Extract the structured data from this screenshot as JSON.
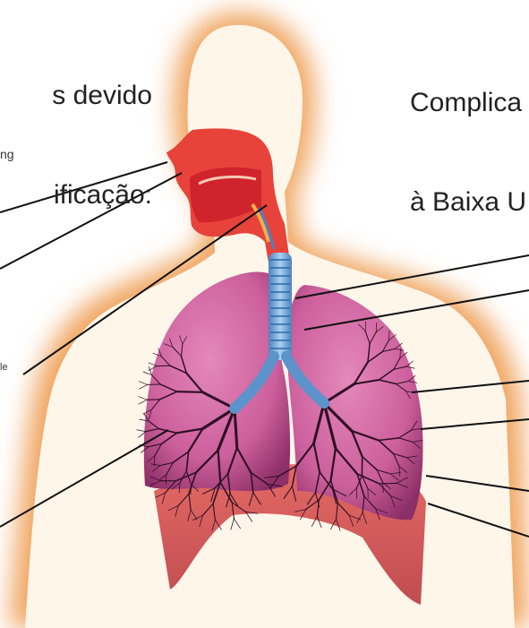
{
  "headings": {
    "left": [
      "s devido",
      "ificação:"
    ],
    "right": [
      "Complica",
      "à Baixa U"
    ]
  },
  "callouts": {
    "top": "ng",
    "middle": "le"
  },
  "colors": {
    "body_glow": "#f0a45e",
    "body_fill": "#fff6ea",
    "lung_fill": "#cc5f9c",
    "lung_shadow": "#8d2f68",
    "bronchi": "#2e0f24",
    "trachea": "#6fa8d8",
    "airway": "#e8433a",
    "diaphragm": "#d34a4a",
    "leader_line": "#111111"
  },
  "icons": [
    "respiratory-system-illustration",
    "lung-left-icon",
    "lung-right-icon",
    "trachea-icon",
    "nasal-cavity-icon"
  ]
}
